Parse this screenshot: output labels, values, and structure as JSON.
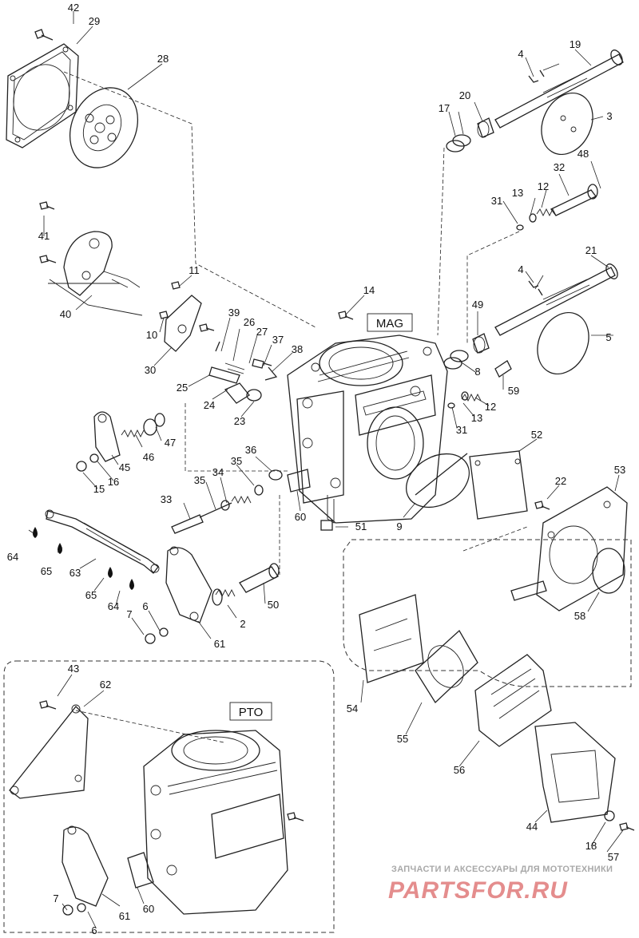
{
  "diagram": {
    "box_labels": {
      "mag": "MAG",
      "pto": "PTO"
    },
    "callouts": [
      {
        "n": "42"
      },
      {
        "n": "29"
      },
      {
        "n": "28"
      },
      {
        "n": "41"
      },
      {
        "n": "40"
      },
      {
        "n": "11"
      },
      {
        "n": "10"
      },
      {
        "n": "30"
      },
      {
        "n": "39"
      },
      {
        "n": "26"
      },
      {
        "n": "27"
      },
      {
        "n": "37"
      },
      {
        "n": "38"
      },
      {
        "n": "25"
      },
      {
        "n": "24"
      },
      {
        "n": "23"
      },
      {
        "n": "14"
      },
      {
        "n": "4"
      },
      {
        "n": "19"
      },
      {
        "n": "17"
      },
      {
        "n": "20"
      },
      {
        "n": "3"
      },
      {
        "n": "48"
      },
      {
        "n": "32"
      },
      {
        "n": "12"
      },
      {
        "n": "13"
      },
      {
        "n": "31"
      },
      {
        "n": "21"
      },
      {
        "n": "4"
      },
      {
        "n": "49"
      },
      {
        "n": "5"
      },
      {
        "n": "8"
      },
      {
        "n": "59"
      },
      {
        "n": "12"
      },
      {
        "n": "13"
      },
      {
        "n": "31"
      },
      {
        "n": "47"
      },
      {
        "n": "46"
      },
      {
        "n": "45"
      },
      {
        "n": "16"
      },
      {
        "n": "15"
      },
      {
        "n": "36"
      },
      {
        "n": "35"
      },
      {
        "n": "34"
      },
      {
        "n": "35"
      },
      {
        "n": "33"
      },
      {
        "n": "60"
      },
      {
        "n": "51"
      },
      {
        "n": "52"
      },
      {
        "n": "9"
      },
      {
        "n": "22"
      },
      {
        "n": "53"
      },
      {
        "n": "58"
      },
      {
        "n": "64"
      },
      {
        "n": "65"
      },
      {
        "n": "63"
      },
      {
        "n": "65"
      },
      {
        "n": "64"
      },
      {
        "n": "7"
      },
      {
        "n": "6"
      },
      {
        "n": "61"
      },
      {
        "n": "2"
      },
      {
        "n": "50"
      },
      {
        "n": "43"
      },
      {
        "n": "62"
      },
      {
        "n": "54"
      },
      {
        "n": "55"
      },
      {
        "n": "56"
      },
      {
        "n": "44"
      },
      {
        "n": "18"
      },
      {
        "n": "57"
      },
      {
        "n": "7"
      },
      {
        "n": "6"
      },
      {
        "n": "61"
      },
      {
        "n": "60"
      }
    ]
  },
  "watermark": {
    "line1": "ЗАПЧАСТИ И АКСЕССУАРЫ ДЛЯ МОТОТЕХНИКИ",
    "logo": "PARTSFOR.RU"
  },
  "colors": {
    "line": "#222222",
    "watermark_red": "#e07a7a",
    "watermark_grey": "#9a9a9a"
  }
}
